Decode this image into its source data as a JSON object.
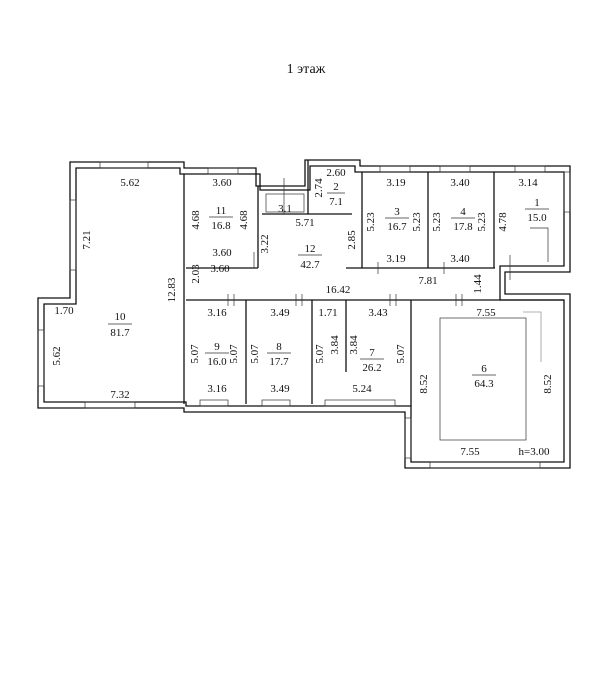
{
  "title": "1 этаж",
  "rooms": [
    {
      "id": "10",
      "number": "10",
      "area": "81.7"
    },
    {
      "id": "11",
      "number": "11",
      "area": "16.8"
    },
    {
      "id": "12",
      "number": "12",
      "area": "42.7"
    },
    {
      "id": "2",
      "number": "2",
      "area": "7.1"
    },
    {
      "id": "3",
      "number": "3",
      "area": "16.7"
    },
    {
      "id": "4",
      "number": "4",
      "area": "17.8"
    },
    {
      "id": "1",
      "number": "1",
      "area": "15.0"
    },
    {
      "id": "9",
      "number": "9",
      "area": "16.0"
    },
    {
      "id": "8",
      "number": "8",
      "area": "17.7"
    },
    {
      "id": "7",
      "number": "7",
      "area": "26.2"
    },
    {
      "id": "6",
      "number": "6",
      "area": "64.3"
    }
  ],
  "dimensions": [
    "5.62",
    "7.21",
    "12.83",
    "1.70",
    "5.62",
    "7.32",
    "3.60",
    "4.68",
    "4.68",
    "3.60",
    "3.60",
    "2.03",
    "3.22",
    "3.1",
    "2.60",
    "2.74",
    "5.71",
    "2.85",
    "3.19",
    "5.23",
    "5.23",
    "3.19",
    "3.40",
    "5.23",
    "5.23",
    "3.40",
    "7.81",
    "3.14",
    "4.78",
    "1.44",
    "16.42",
    "3.16",
    "5.07",
    "5.07",
    "3.16",
    "3.49",
    "5.07",
    "3.49",
    "1.71",
    "5.07",
    "3.84",
    "3.84",
    "3.43",
    "5.07",
    "5.24",
    "7.55",
    "8.52",
    "8.52",
    "7.55"
  ],
  "ceiling_height": "h=3.00",
  "colors": {
    "wall": "#111111",
    "annotation": "#999999"
  }
}
